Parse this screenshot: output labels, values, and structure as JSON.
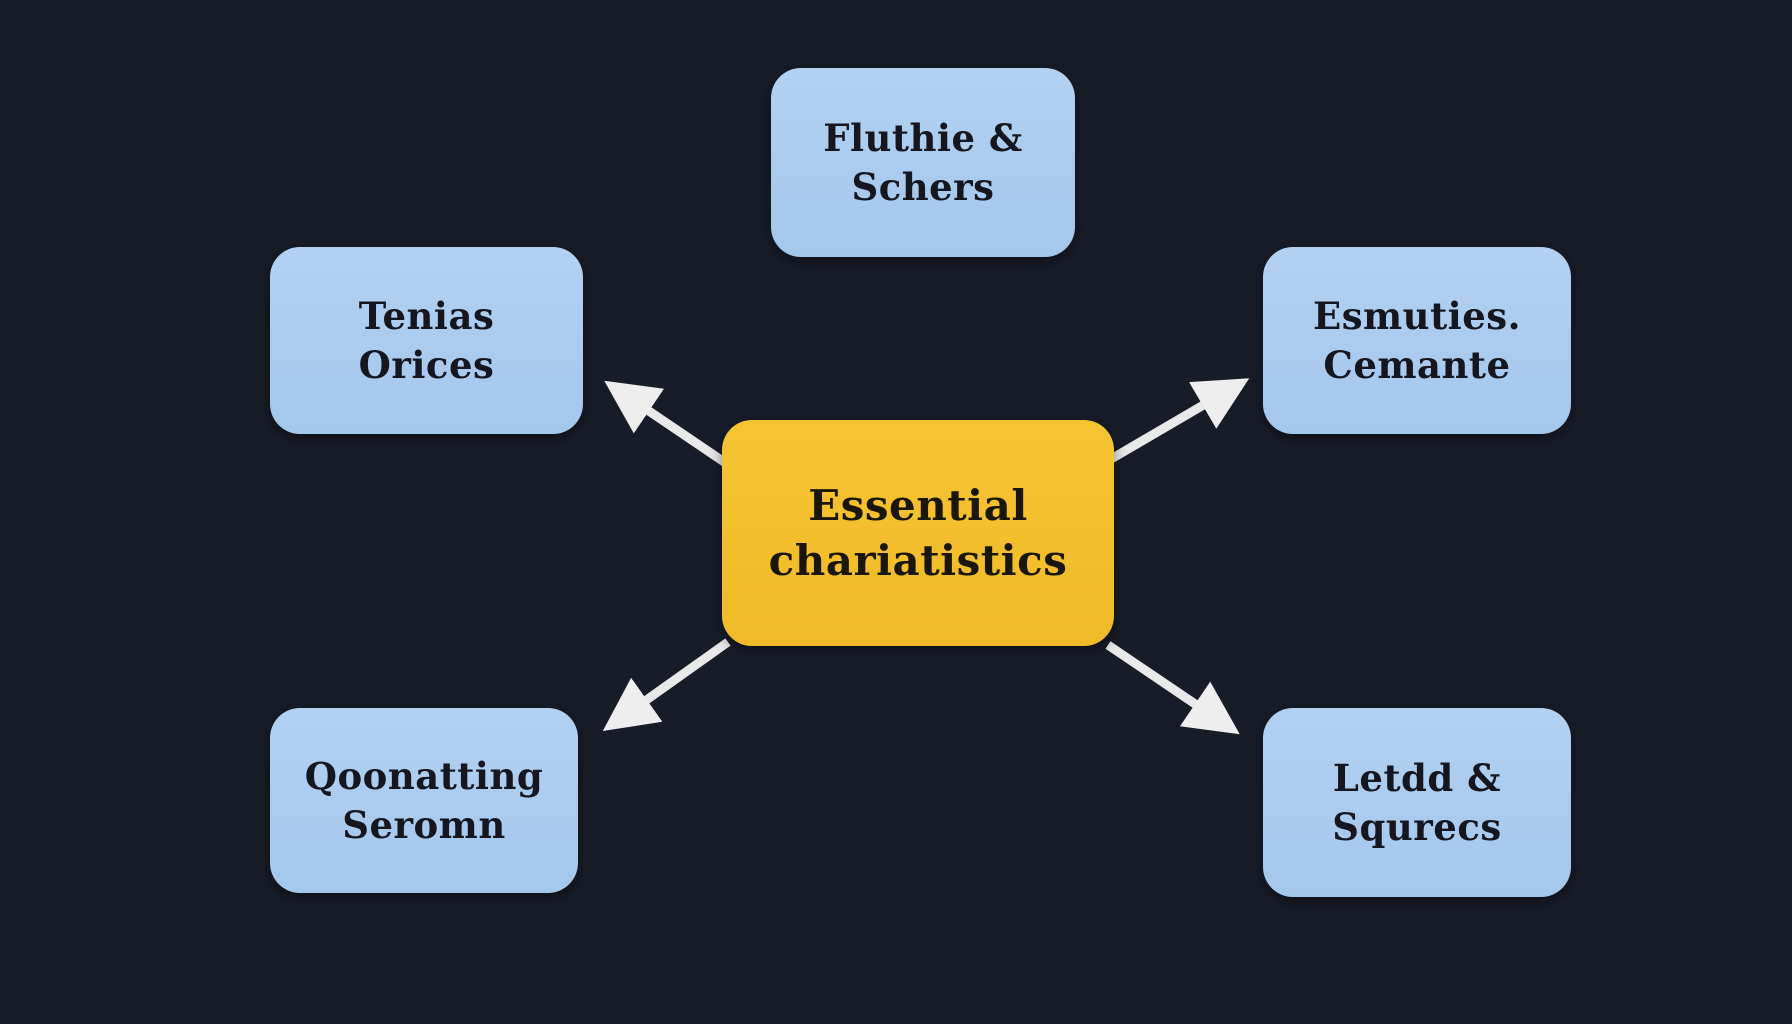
{
  "diagram": {
    "background_color": "#181c27",
    "node_fill_blue": "#a9cbee",
    "node_fill_yellow": "#f3bf2e",
    "text_color": "#15161f",
    "arrow_color": "#e9e9e9",
    "nodes": {
      "center": {
        "label": "Essential\nchariatistics"
      },
      "top": {
        "label": "Fluthie &\nSchers"
      },
      "left": {
        "label": "Tenias\nOrices"
      },
      "right": {
        "label": "Esmuties.\nCemante"
      },
      "bottom_left": {
        "label": "Qoonatting\nSeromn"
      },
      "bottom_right": {
        "label": "Letdd &\nSqurecs"
      }
    },
    "connectors": [
      {
        "from": "center",
        "to": "top",
        "style": "plain-line"
      },
      {
        "from": "center",
        "to": "left",
        "style": "arrow"
      },
      {
        "from": "center",
        "to": "right",
        "style": "arrow"
      },
      {
        "from": "center",
        "to": "bottom_left",
        "style": "arrow"
      },
      {
        "from": "center",
        "to": "bottom_right",
        "style": "arrow"
      }
    ]
  }
}
